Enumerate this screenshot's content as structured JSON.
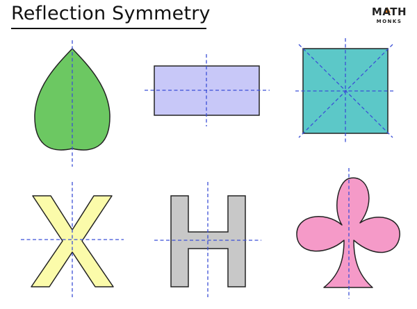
{
  "title": "Reflection Symmetry",
  "logo": {
    "word": "MATH",
    "sub": "MONKS",
    "accent_color": "#e8862a"
  },
  "colors": {
    "axis": "#3b4fd6",
    "leaf": "#6cc862",
    "rectangle": "#c8c8f8",
    "square": "#5cc8c8",
    "letter_x": "#fbfbaa",
    "letter_h": "#c8c8c8",
    "club": "#f59ac8",
    "outline": "#222222"
  },
  "shapes": [
    {
      "name": "leaf",
      "symmetry_lines": 1
    },
    {
      "name": "rectangle",
      "symmetry_lines": 2
    },
    {
      "name": "square",
      "symmetry_lines": 4
    },
    {
      "name": "letter-x",
      "symmetry_lines": 2
    },
    {
      "name": "letter-h",
      "symmetry_lines": 2
    },
    {
      "name": "club",
      "symmetry_lines": 1
    }
  ]
}
